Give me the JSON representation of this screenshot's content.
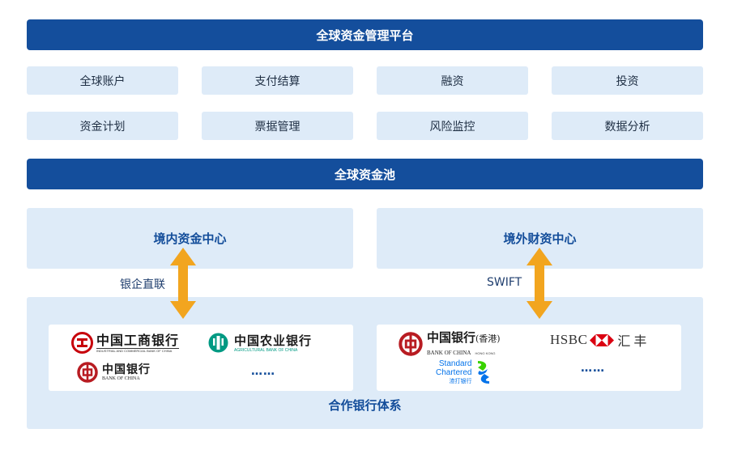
{
  "platform": {
    "title": "全球资金管理平台"
  },
  "modules": [
    [
      "全球账户",
      "支付结算",
      "融资",
      "投资"
    ],
    [
      "资金计划",
      "票据管理",
      "风险监控",
      "数据分析"
    ]
  ],
  "pool": {
    "title": "全球资金池"
  },
  "centers": {
    "domestic": "境内资金中心",
    "overseas": "境外财资中心"
  },
  "links": {
    "domestic": "银企直联",
    "overseas": "SWIFT"
  },
  "banks": {
    "domestic": {
      "icbc": {
        "cn": "中国工商银行",
        "en": "INDUSTRIAL AND COMMERCIAL BANK OF CHINA"
      },
      "abc": {
        "cn": "中国农业银行",
        "en": "AGRICULTURAL BANK OF CHINA"
      },
      "boc": {
        "cn": "中国银行",
        "en": "BANK OF CHINA"
      },
      "more": "……"
    },
    "overseas": {
      "boc_hk": {
        "cn": "中国银行",
        "suffix": "(香港)",
        "en": "BANK OF CHINA",
        "en_suffix": "HONG KONG"
      },
      "hsbc": {
        "en": "HSBC",
        "cn": "汇丰"
      },
      "sc": {
        "line1": "Standard",
        "line2": "Chartered",
        "cn": "渣打银行"
      },
      "more": "……"
    }
  },
  "partner_label": "合作银行体系",
  "colors": {
    "navy": "#144e9c",
    "light_blue": "#deebf8",
    "arrow_orange": "#f2a51f",
    "icbc_red": "#c7000b",
    "abc_green": "#009a83",
    "boc_red": "#b81c22",
    "hsbc_red": "#db0011",
    "sc_blue": "#0473ea",
    "sc_green": "#38d200"
  }
}
